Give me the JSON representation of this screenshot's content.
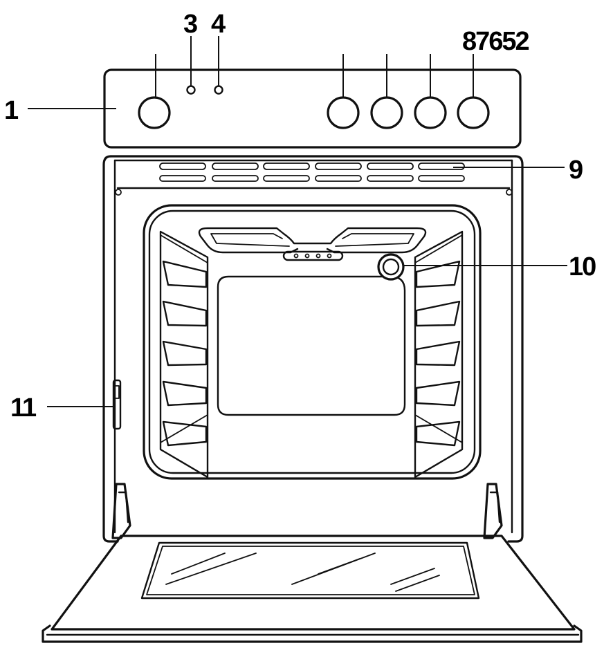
{
  "callouts": {
    "knob_left": "1",
    "indicator_lamp_1": "3",
    "indicator_lamp_2": "4",
    "knob_group": "87652",
    "vent": "9",
    "oven_lamp": "10",
    "door_catch": "11"
  },
  "colors": {
    "line": "#111111",
    "background": "#ffffff"
  }
}
